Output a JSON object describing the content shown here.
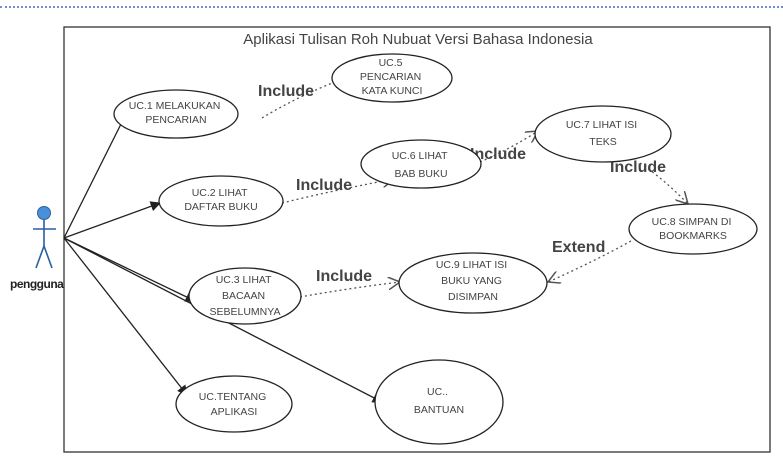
{
  "system": {
    "title": "Aplikasi Tulisan Roh Nubuat Versi Bahasa Indonesia"
  },
  "actor": {
    "name": "pengguna"
  },
  "use_cases": {
    "uc1": [
      "UC.1 MELAKUKAN",
      "PENCARIAN"
    ],
    "uc2": [
      "UC.2 LIHAT",
      "DAFTAR BUKU"
    ],
    "uc3": [
      "UC.3 LIHAT",
      "BACAAN",
      "SEBELUMNYA"
    ],
    "uc5": [
      "UC.5",
      "PENCARIAN",
      "KATA KUNCI"
    ],
    "uc6": [
      "UC.6 LIHAT",
      "BAB BUKU"
    ],
    "uc7": [
      "UC.7 LIHAT ISI",
      "TEKS"
    ],
    "uc8": [
      "UC.8 SIMPAN DI",
      "BOOKMARKS"
    ],
    "uc9": [
      "UC.9 LIHAT ISI",
      "BUKU YANG",
      "DISIMPAN"
    ],
    "uc_about": [
      "UC.TENTANG",
      "APLIKASI"
    ],
    "uc_help": [
      "UC..",
      "BANTUAN"
    ]
  },
  "relations": {
    "include_1": "Include",
    "include_2": "Include",
    "include_3": "Include",
    "include_4": "Include",
    "include_5": "Include",
    "extend_1": "Extend"
  }
}
